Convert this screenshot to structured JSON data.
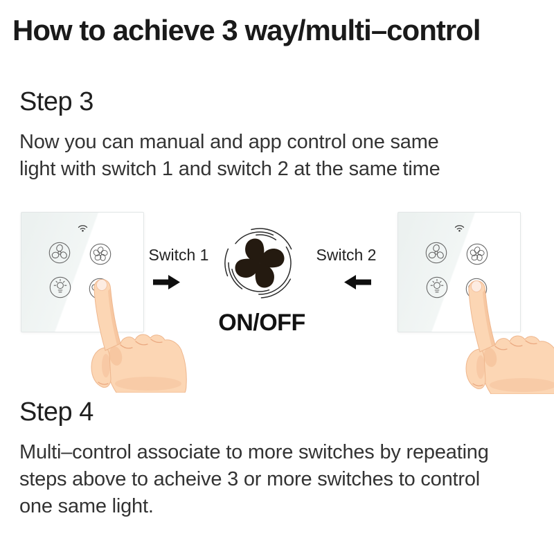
{
  "title": "How to achieve 3 way/multi–control",
  "steps": {
    "step3": {
      "heading": "Step 3",
      "body": "Now you can manual and app control one same\nlight with switch 1 and switch 2 at the same time"
    },
    "step4": {
      "heading": "Step 4",
      "body": "Multi–control associate to more switches by repeating\nsteps above to acheive 3 or more switches to control\none same light."
    }
  },
  "diagram": {
    "switch1_label": "Switch 1",
    "switch2_label": "Switch 2",
    "onoff_label": "ON/OFF",
    "panel_button_icons": [
      "fan-3-blade-icon",
      "fan-5-blade-icon",
      "light-bulb-icon",
      "fan-3-blade-icon"
    ],
    "status_icon": "wifi-icon",
    "center_icon": "rotating-fan-icon",
    "arrows": [
      "arrow-right-icon",
      "arrow-left-icon"
    ],
    "hands": [
      "pointing-hand-left",
      "pointing-hand-right"
    ]
  },
  "colors": {
    "title_text": "#1a1a1a",
    "body_text": "#333333",
    "arrow_black": "#0f0f0f",
    "fan_blades_dark": "#241a10",
    "panel_tint": "#ecf1f0",
    "panel_border": "#e2e6e6",
    "icon_stroke": "#5f5f5f",
    "hand_skin": "#fcd6b4",
    "hand_shade": "#f2b78e"
  }
}
